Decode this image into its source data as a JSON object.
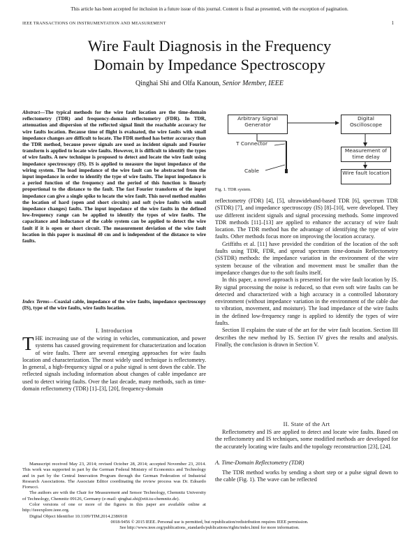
{
  "notice": "This article has been accepted for inclusion in a future issue of this journal. Content is final as presented, with the exception of pagination.",
  "running_head": "IEEE TRANSACTIONS ON INSTRUMENTATION AND MEASUREMENT",
  "page_number": "1",
  "title_line1": "Wire Fault Diagnosis in the Frequency",
  "title_line2": "Domain by Impedance Spectroscopy",
  "authors": "Qinghai Shi and Olfa Kanoun,",
  "authors_role": "Senior Member, IEEE",
  "abstract_label": "Abstract—",
  "abstract_text": "The typical methods for the wire fault location are the time-domain reflectometry (TDR) and frequency-domain reflectometry (FDR). In TDR, attenuation and dispersion of the reflected signal limit the reachable accuracy for wire faults location. Because time of flight is evaluated, the wire faults with small impedance changes are difficult to locate. The FDR method has better accuracy than the TDR method, because power signals are used as incident signals and Fourier transform is applied to locate wire faults. However, it is difficult to identify the types of wire faults. A new technique is proposed to detect and locate the wire fault using impedance spectroscopy (IS). IS is applied to measure the input impedance of the wiring system. The load impedance of the wire fault can be abstracted from the input impedance in order to identify the type of wire faults. The input impedance is a period function of the frequency and the period of this function is linearly proportional to the distance to the fault. The fast Fourier transform of the input impedance can give a single spike to locate the wire fault. This novel method enables the location of hard (open and short circuits) and soft (wire faults with small impedance changes) faults. The input impedance of the wire faults in the defined low-frequency range can be applied to identify the types of wire faults. The capacitance and inductance of the cable system can be applied to detect the wire fault if it is open or short circuit. The measurement deviation of the wire fault location in this paper is maximal 40 cm and is independent of the distance to wire faults.",
  "index_label": "Index Terms—",
  "index_text": "Coaxial cable, impedance of the wire faults, impedance spectroscopy (IS), type of the wire faults, wire faults location.",
  "section1_heading": "I. Introduction",
  "intro_dropcap": "T",
  "intro_text": "HE increasing use of the wiring in vehicles, communication, and power systems has caused growing requirement for characterization and location of wire faults. There are several emerging approaches for wire faults location and characterization. The most widely used technique is reflectometry. In general, a high-frequency signal or a pulse signal is sent down the cable. The reflected signals including information about changes of cable impedance are used to detect wiring faults. Over the last decade, many methods, such as time-domain reflectometry (TDR) [1]–[3], [20], frequency-domain",
  "footnotes": [
    "Manuscript received May 23, 2014; revised October 28, 2014; accepted November 23, 2014. This work was supported in part by the German Federal Ministry of Economics and Technology and in part by the Central Innovation Program through the German Federation of Industrial Research Associations. The Associate Editor coordinating the review process was Dr. Edoardo Fiorucci.",
    "The authors are with the Chair for Measurement and Sensor Technology, Chemnitz University of Technology, Chemnitz 09126, Germany (e-mail: qinghai.shi@etit.tu-chemnitz.de).",
    "Color versions of one or more of the figures in this paper are available online at http://ieeexplore.ieee.org.",
    "Digital Object Identifier 10.1109/TIM.2014.2386918"
  ],
  "figure": {
    "box_generator": "Arbitrary Signal Generator",
    "box_oscilloscope": "Digital Oscilloscope",
    "box_timedelay": "Measurement of time delay",
    "box_location": "Wire fault location",
    "label_tconnector": "T Connector",
    "label_cable": "Cable",
    "caption": "Fig. 1.    TDR system."
  },
  "right_paragraphs": [
    "reflectometry (FDR) [4], [5], ultrawideband-based TDR [6], spectrum TDR (STDR) [7], and impedance spectroscopy (IS) [8]–[10], were developed. They use different incident signals and signal processing methods. Some improved TDR methods [11]–[13] are applied to enhance the accuracy of wire fault location. The TDR method has the advantage of identifying the type of wire faults. Other methods focus more on improving the location accuracy.",
    "Griffiths et al. [11] have provided the condition of the location of the soft faults using TDR, FDR, and spread spectrum time-domain Reflectometry (SSTDR) methods: the impedance variation in the environment of the wire system because of the vibration and movement must be smaller than the impedance changes due to the soft faults itself.",
    "In this paper, a novel approach is presented for the wire fault location by IS. By signal processing the noise is reduced, so that even soft wire faults can be detected and characterized with a high accuracy in a controlled laboratory environment (without impedance variation in the environment of the cable due to vibration, movement, and moisture). The load impedance of the wire faults in the defined low-frequency range is applied to identify the types of wire faults.",
    "Section II explains the state of the art for the wire fault location. Section III describes the new method by IS. Section IV gives the results and analysis. Finally, the conclusion is drawn in Section V."
  ],
  "section2_heading": "II. State of the Art",
  "sota_text": "Reflectometry and IS are applied to detect and locate wire faults. Based on the reflectometry and IS techniques, some modified methods are developed for the accurately locating wire faults and the topology reconstruction [23], [24].",
  "subsection_a": "A. Time-Domain Reflectometry (TDR)",
  "tdr_text": "The TDR method works by sending a short step or a pulse signal down to the cable (Fig. 1). The wave can be reflected",
  "bottom_line1": "0018-9456 © 2015 IEEE. Personal use is permitted, but republication/redistribution requires IEEE permission.",
  "bottom_line2": "See http://www.ieee.org/publications_standards/publications/rights/index.html for more information."
}
